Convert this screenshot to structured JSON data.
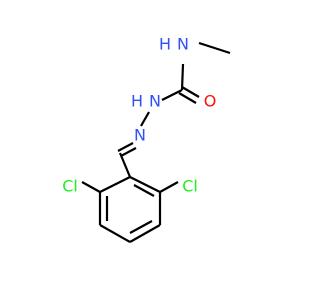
{
  "molecule": {
    "atoms": {
      "cl_left": "Cl",
      "cl_right": "Cl",
      "n_imine": "N",
      "n_hydrazide_n": "N",
      "n_hydrazide_h": "H",
      "n_amide_h": "H",
      "n_amide_n": "N",
      "o_carbonyl": "O"
    },
    "colors": {
      "bond": "#000000",
      "nitrogen": "#3050F8",
      "oxygen": "#FF0D0D",
      "chlorine": "#1FF01F"
    }
  }
}
